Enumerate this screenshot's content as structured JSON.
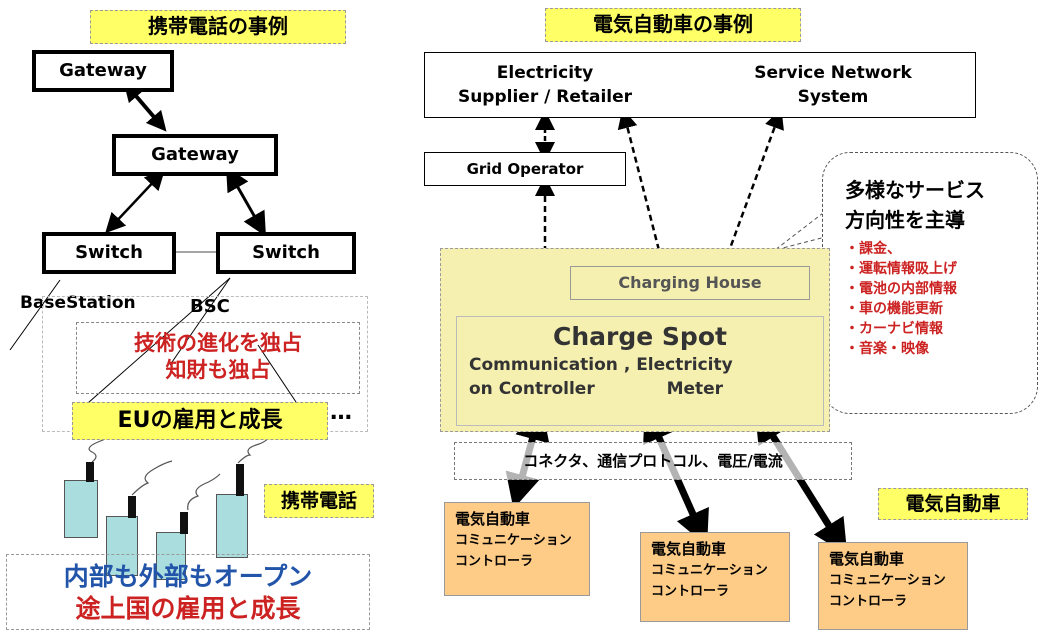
{
  "left": {
    "title": "携帯電話の事例",
    "gateway_top": "Gateway",
    "gateway_mid": "Gateway",
    "switch_left": "Switch",
    "switch_right": "Switch",
    "basestation": "BaseStation",
    "bsc": "BSC",
    "monopoly_line1": "技術の進化を独占",
    "monopoly_line2": "知財も独占",
    "eu_label": "EUの雇用と成長",
    "ellipsis": "…",
    "mobile_label": "携帯電話",
    "open_line1": "内部も外部もオープン",
    "open_line2": "途上国の雇用と成長"
  },
  "right": {
    "title": "電気自動車の事例",
    "supplier": "Electricity\nSupplier / Retailer",
    "service_network": "Service Network\nSystem",
    "grid_operator": "Grid Operator",
    "charging_house": "Charging House",
    "charge_spot": "Charge Spot",
    "controller_line1": "Communication , Electricity",
    "controller_line2_a": "on Controller",
    "controller_line2_b": "Meter",
    "callout_title1": "多様なサービス",
    "callout_title2": "方向性を主導",
    "callout_items": [
      "・課金、",
      "・運転情報吸上げ",
      "・電池の内部情報",
      "・車の機能更新",
      "・カーナビ情報",
      "・音楽・映像"
    ],
    "connector_label": "コネクタ、通信プロトコル、電圧/電流",
    "ev_label": "電気自動車",
    "cars": [
      {
        "line1": "電気自動車",
        "line2": "コミュニケーション",
        "line3": "コントローラ"
      },
      {
        "line1": "電気自動車",
        "line2": "コミュニケーション",
        "line3": "コントローラ"
      },
      {
        "line1": "電気自動車",
        "line2": "コミュニケーション",
        "line3": "コントローラ"
      }
    ]
  },
  "colors": {
    "yellow_label": "#ffff66",
    "spot_fill": "#f5f0b0",
    "car_fill": "#ffcc88",
    "red_text": "#cc2222",
    "blue_text": "#2255aa",
    "building_fill": "#aadddd"
  }
}
